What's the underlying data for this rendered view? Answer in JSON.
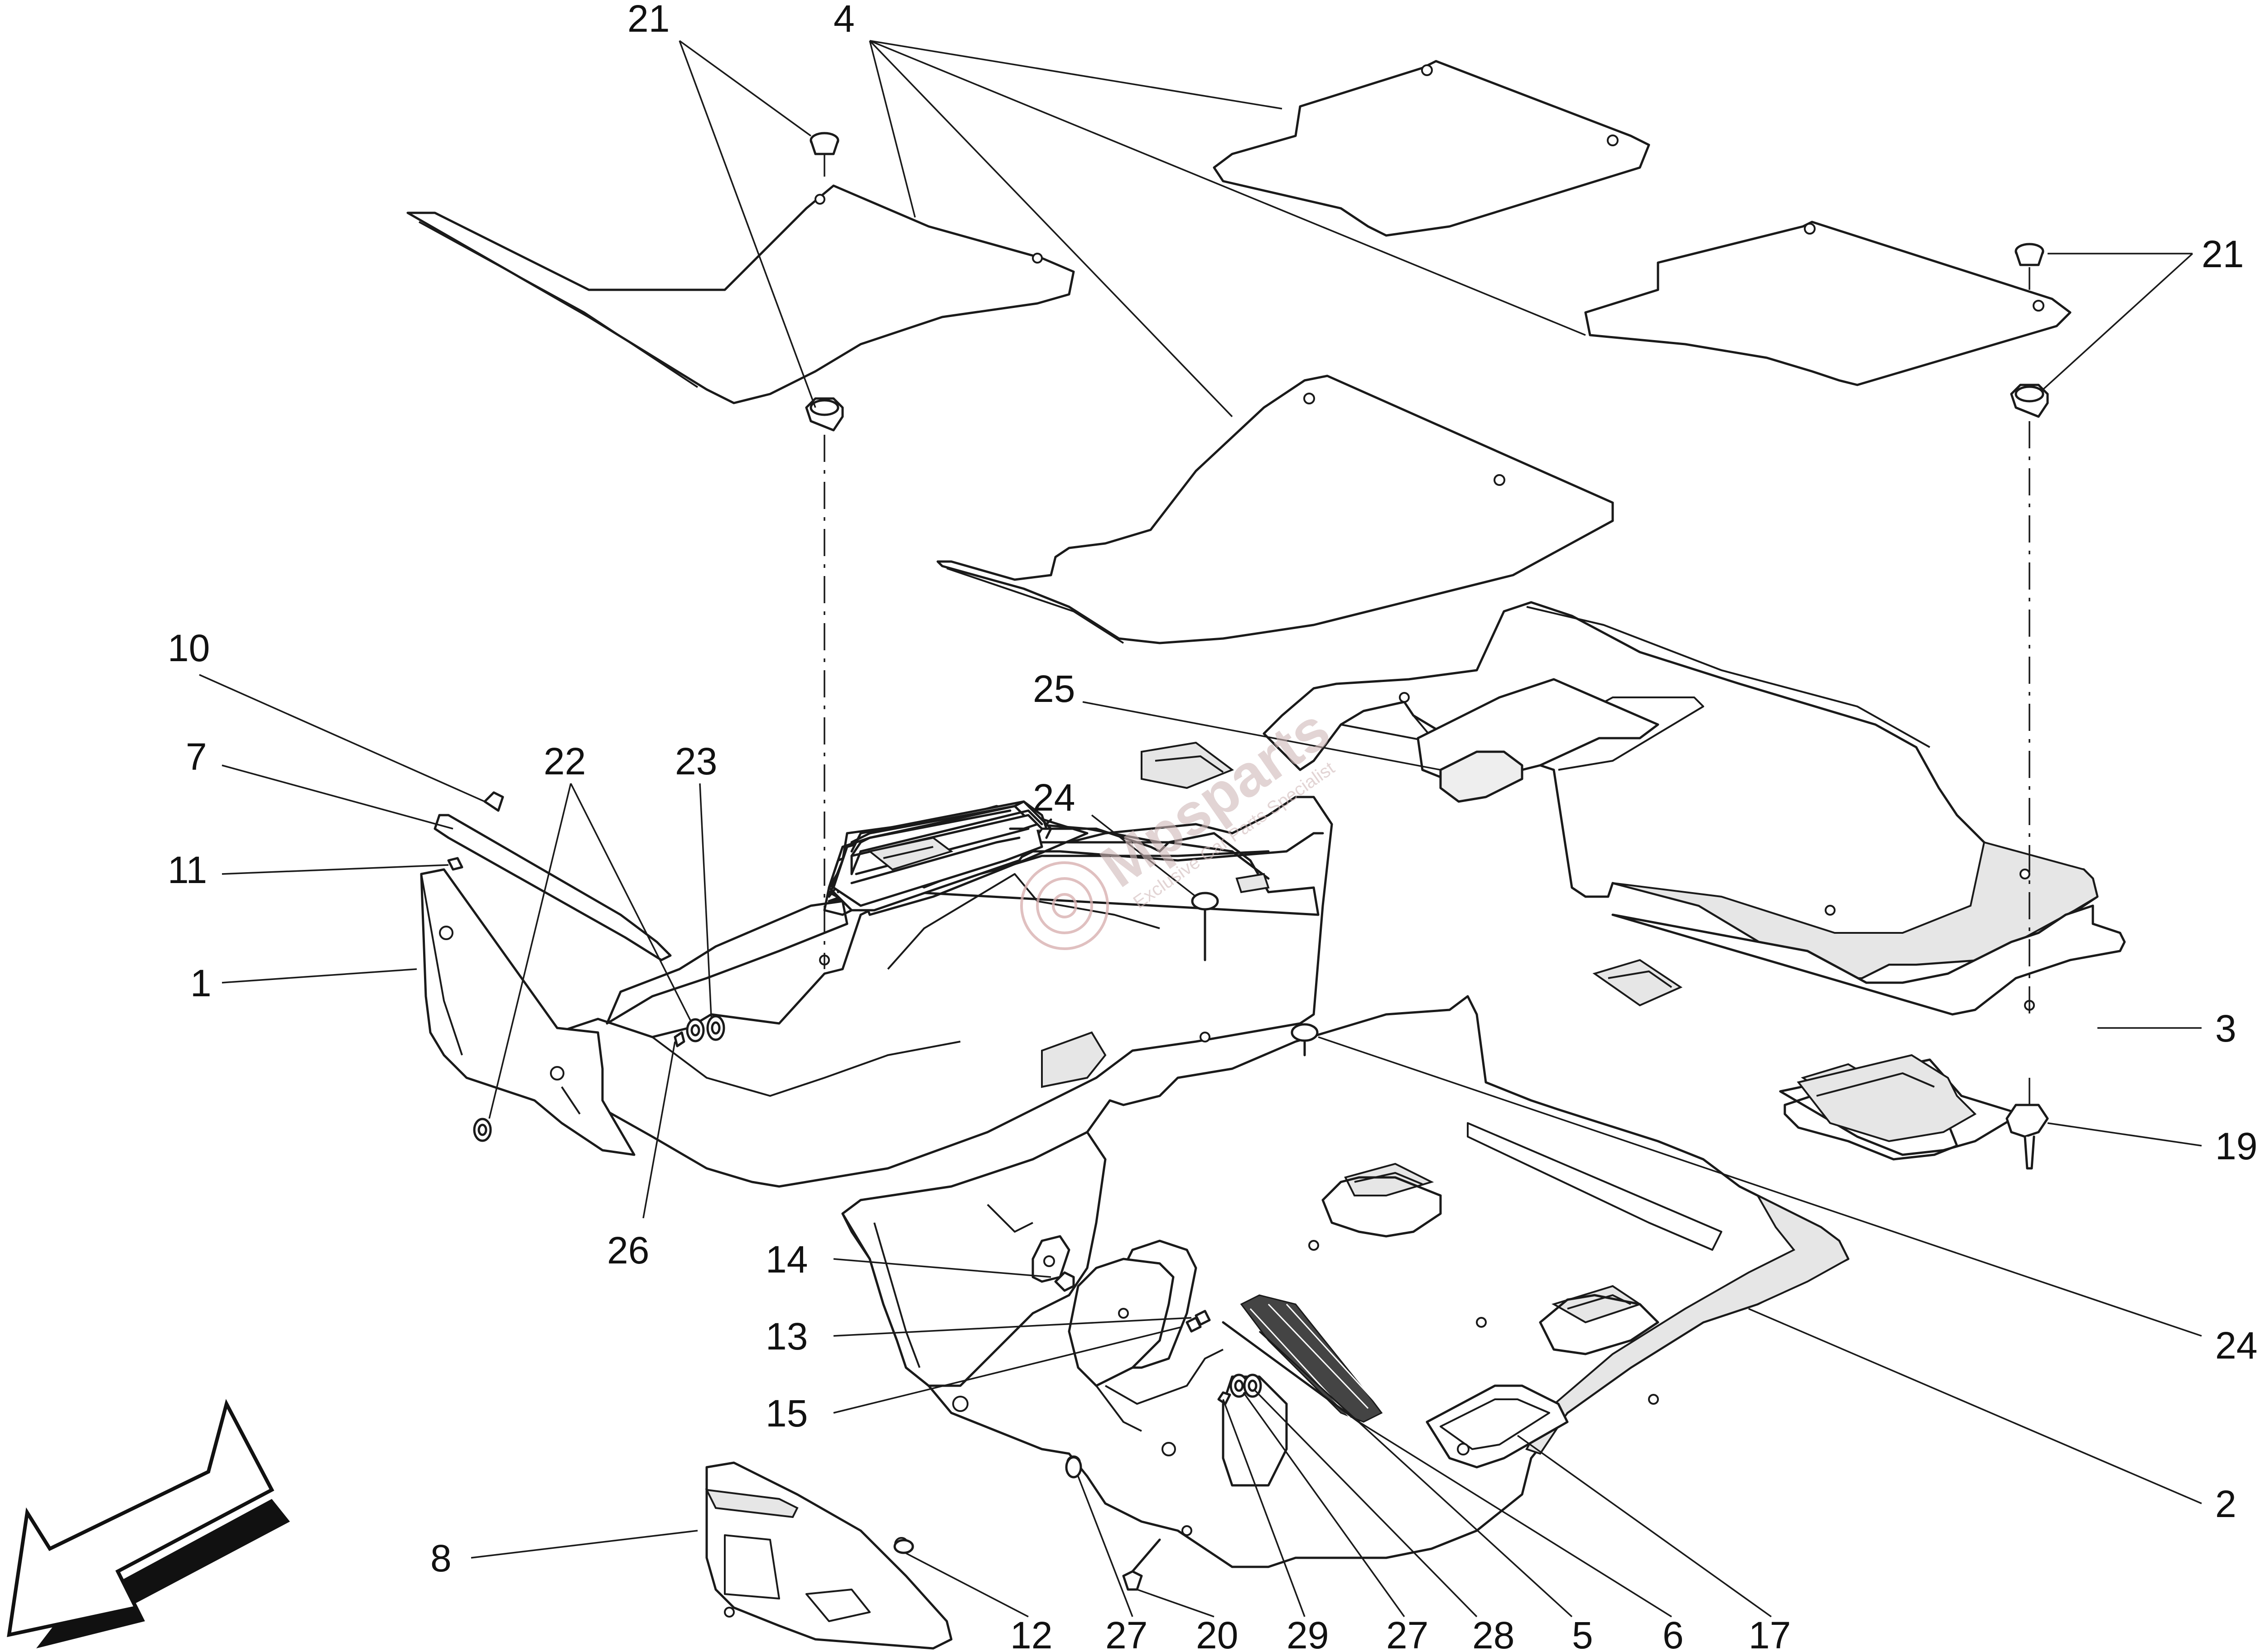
{
  "diagram": {
    "labels": [
      {
        "key": "l21a",
        "text": "21"
      },
      {
        "key": "l4",
        "text": "4"
      },
      {
        "key": "l21b",
        "text": "21"
      },
      {
        "key": "l10",
        "text": "10"
      },
      {
        "key": "l7",
        "text": "7"
      },
      {
        "key": "l22",
        "text": "22"
      },
      {
        "key": "l23",
        "text": "23"
      },
      {
        "key": "l25",
        "text": "25"
      },
      {
        "key": "l24a",
        "text": "24"
      },
      {
        "key": "l11",
        "text": "11"
      },
      {
        "key": "l1",
        "text": "1"
      },
      {
        "key": "l3",
        "text": "3"
      },
      {
        "key": "l19",
        "text": "19"
      },
      {
        "key": "l26",
        "text": "26"
      },
      {
        "key": "l14",
        "text": "14"
      },
      {
        "key": "l13",
        "text": "13"
      },
      {
        "key": "l15",
        "text": "15"
      },
      {
        "key": "l24b",
        "text": "24"
      },
      {
        "key": "l2",
        "text": "2"
      },
      {
        "key": "l8",
        "text": "8"
      },
      {
        "key": "l12",
        "text": "12"
      },
      {
        "key": "l27a",
        "text": "27"
      },
      {
        "key": "l20",
        "text": "20"
      },
      {
        "key": "l29",
        "text": "29"
      },
      {
        "key": "l27b",
        "text": "27"
      },
      {
        "key": "l28",
        "text": "28"
      },
      {
        "key": "l5",
        "text": "5"
      },
      {
        "key": "l6",
        "text": "6"
      },
      {
        "key": "l17",
        "text": "17"
      }
    ],
    "watermark": {
      "brand": "Mpsparts",
      "tagline": "Exclusive Car Parts Specialist"
    },
    "direction_icon": "front-direction-arrow-icon"
  }
}
